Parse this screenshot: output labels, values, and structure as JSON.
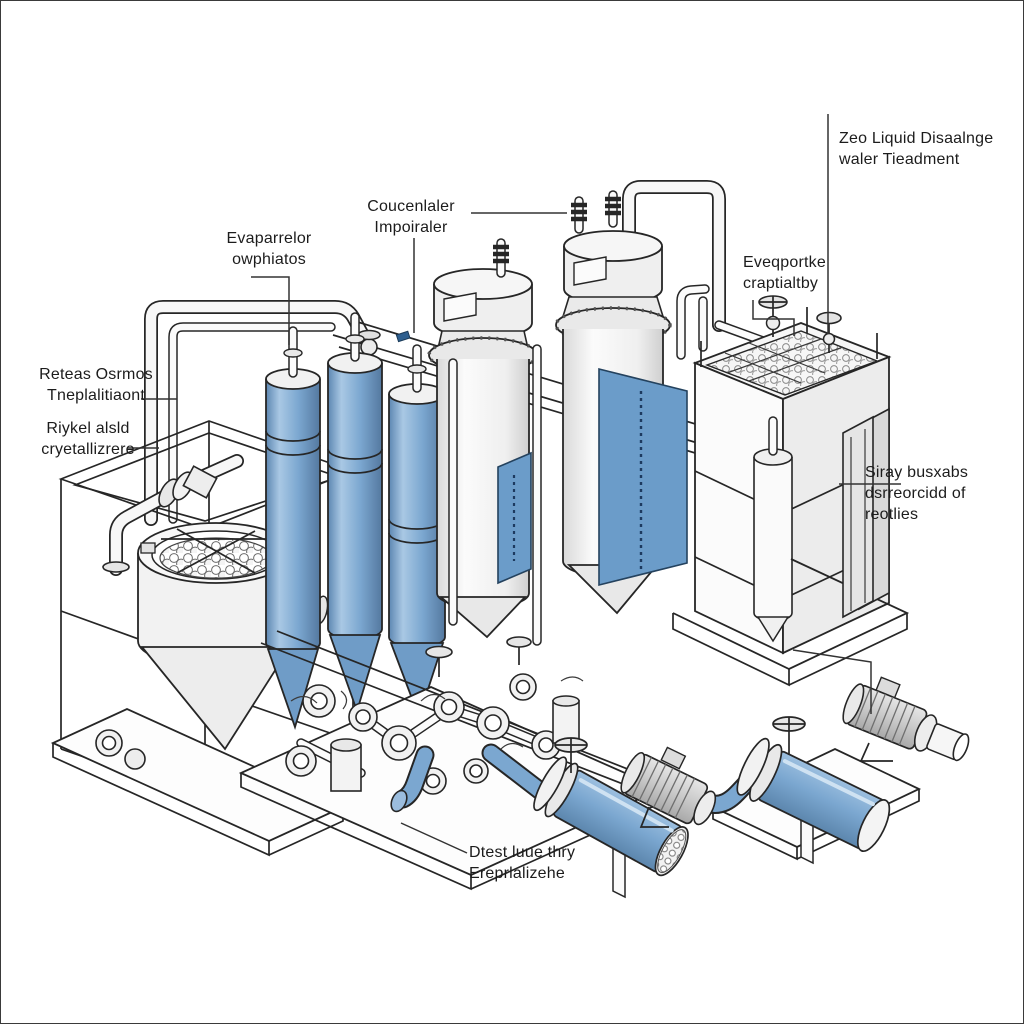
{
  "diagram": {
    "labels": {
      "top_right": "Zeo Liquid Disaalnge\nwaler Tieadment",
      "concentrator": "Coucenlaler\nImpoiraler",
      "evaporator": "Evaparrelor\nowphiatos",
      "evaporative_crystallizer": "Eveqportke\ncraptialtby",
      "reverse_osmosis": "Reteas Osrmos\nTneplalitiaont",
      "crystallizer": "Riykel alsld\ncryetallizrere",
      "spray_dryer": "Siray busxabs\ndsrreorcidd of\nreotlies",
      "direct_evaporator": "Dtest luue thry\nEreprlalizehe"
    },
    "colors": {
      "equipment_blue": "#7BA7D0",
      "equipment_blue_dark": "#54789f",
      "panel_blue": "#6B9CC9",
      "line": "#262626",
      "background": "#FFFFFF"
    }
  }
}
